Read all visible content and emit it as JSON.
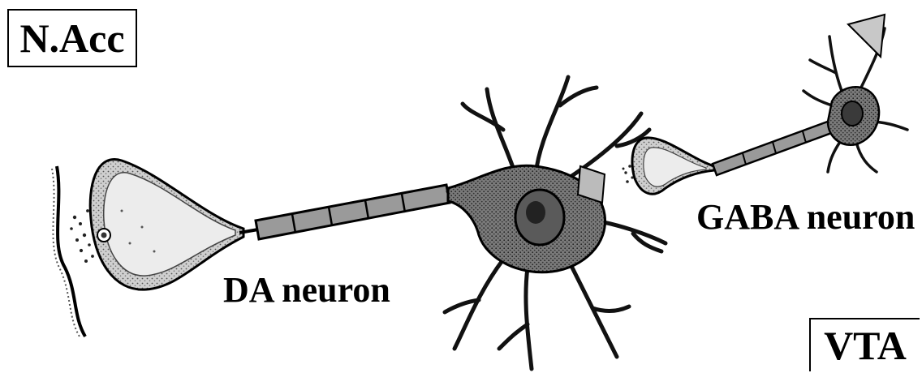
{
  "labels": {
    "region_top_left": "N.Acc",
    "region_bottom_right": "VTA",
    "neuron_da": "DA neuron",
    "neuron_gaba": "GABA neuron"
  },
  "colors": {
    "ink": "#000000",
    "fill_dark": "#3a3a3a",
    "fill_mid": "#8a8a8a",
    "fill_light": "#cfcfcf",
    "background": "#ffffff"
  },
  "icons": {
    "da_neuron": "neuron-illustration",
    "gaba_neuron": "neuron-illustration",
    "synapse": "synaptic-terminal"
  }
}
